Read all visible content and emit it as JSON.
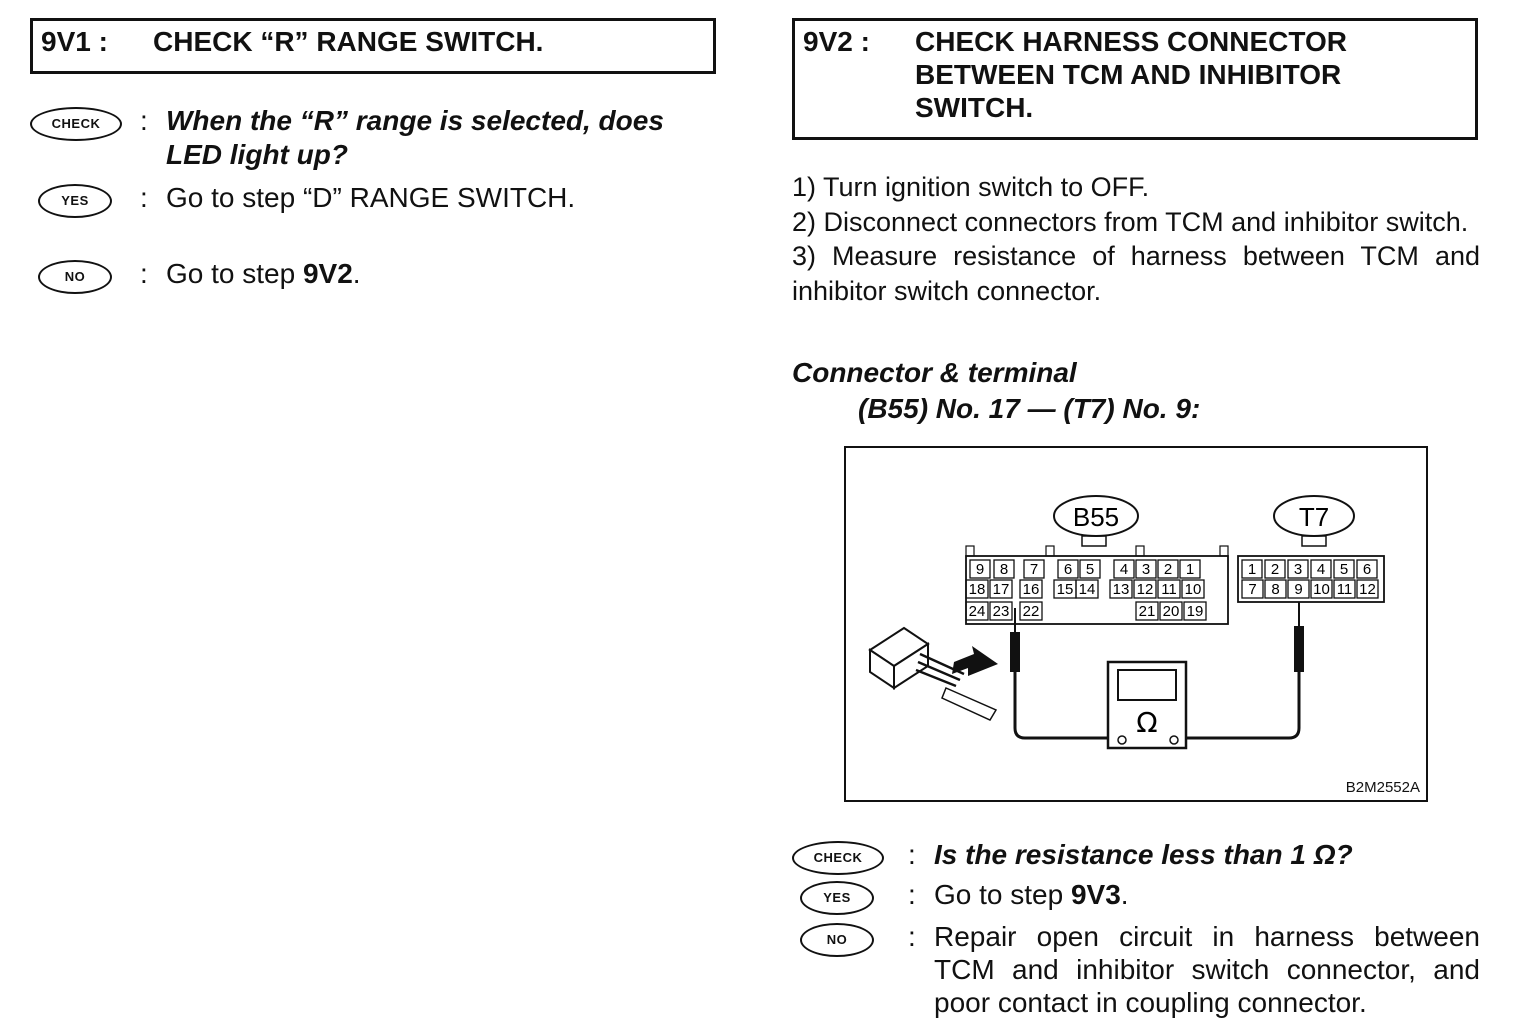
{
  "left": {
    "step_id": "9V1 :",
    "step_title": "CHECK “R” RANGE SWITCH.",
    "check": {
      "badge": "CHECK",
      "text": "When the “R” range is selected, does LED light up?"
    },
    "yes": {
      "badge": "YES",
      "text": "Go to step “D” RANGE SWITCH."
    },
    "no": {
      "badge": "NO",
      "text_prefix": "Go to step ",
      "step_ref": "9V2",
      "text_suffix": "."
    }
  },
  "right": {
    "step_id": "9V2 :",
    "step_title": "CHECK HARNESS CONNECTOR BETWEEN TCM AND INHIBITOR SWITCH.",
    "procedure": [
      "1)  Turn ignition switch to OFF.",
      "2)  Disconnect connectors from TCM and inhibitor switch.",
      "3)  Measure resistance of harness between TCM and inhibitor switch connector."
    ],
    "connector_heading": "Connector & terminal",
    "connector_spec": "(B55) No. 17 — (T7) No. 9:",
    "figure": {
      "connector_a": "B55",
      "connector_b": "T7",
      "b55_row1": [
        "9",
        "8",
        "7",
        "6",
        "5",
        "4",
        "3",
        "2",
        "1"
      ],
      "b55_row2": [
        "18",
        "17",
        "16",
        "15",
        "14",
        "13",
        "12",
        "11",
        "10"
      ],
      "b55_row3": [
        "24",
        "23",
        "22",
        "21",
        "20",
        "19"
      ],
      "t7_row1": [
        "1",
        "2",
        "3",
        "4",
        "5",
        "6"
      ],
      "t7_row2": [
        "7",
        "8",
        "9",
        "10",
        "11",
        "12"
      ],
      "meter_symbol": "Ω",
      "figure_code": "B2M2552A"
    },
    "check": {
      "badge": "CHECK",
      "text": "Is the resistance less than 1 Ω?"
    },
    "yes": {
      "badge": "YES",
      "text_prefix": "Go to step ",
      "step_ref": "9V3",
      "text_suffix": "."
    },
    "no": {
      "badge": "NO",
      "text": "Repair open circuit in harness between TCM and inhibitor switch connector, and poor contact in coupling connector."
    }
  }
}
